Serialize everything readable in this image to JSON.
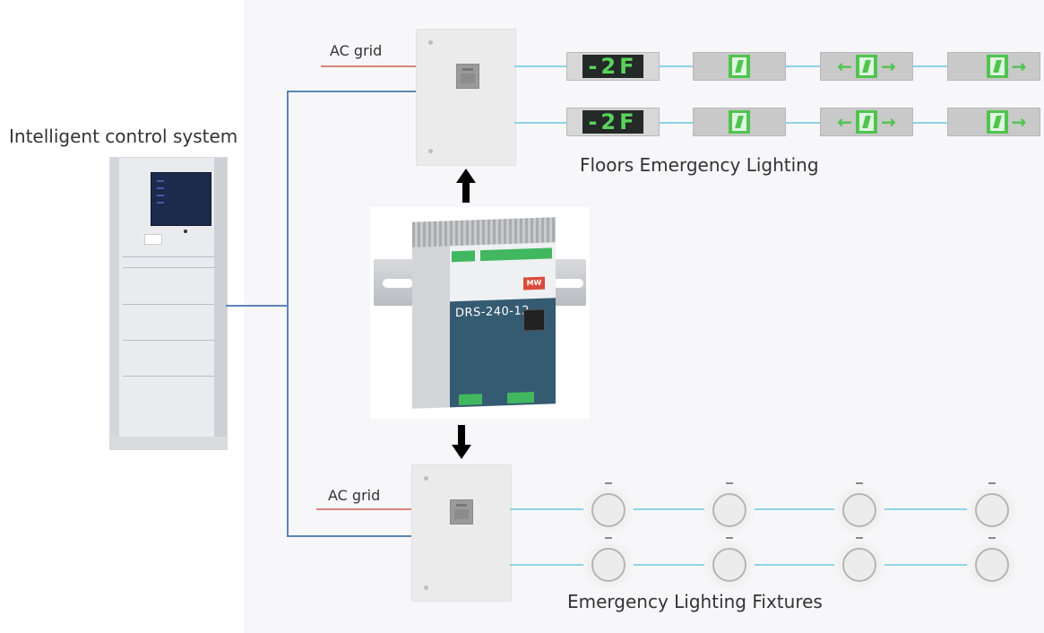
{
  "diagram": {
    "control_system": {
      "label": "Intelligent control system",
      "icon": "control-cabinet"
    },
    "power_supply": {
      "model_label": "DRS-240-12",
      "brand_badge": "MW",
      "icon": "din-rail-power-supply"
    },
    "top_branch": {
      "ac_label": "AC grid",
      "caption": "Floors Emergency Lighting",
      "rows": [
        {
          "signs": [
            {
              "type": "floor-indicator",
              "text": "-2F"
            },
            {
              "type": "exit-sign"
            },
            {
              "type": "exit-sign-bidirectional",
              "left_arrow": "←",
              "right_arrow": "→"
            },
            {
              "type": "exit-sign-right",
              "right_arrow": "→"
            }
          ]
        },
        {
          "signs": [
            {
              "type": "floor-indicator",
              "text": "-2F"
            },
            {
              "type": "exit-sign"
            },
            {
              "type": "exit-sign-bidirectional",
              "left_arrow": "←",
              "right_arrow": "→"
            },
            {
              "type": "exit-sign-right",
              "right_arrow": "→"
            }
          ]
        }
      ]
    },
    "bottom_branch": {
      "ac_label": "AC grid",
      "caption": "Emergency Lighting Fixtures",
      "rows": [
        {
          "fixtures": 4
        },
        {
          "fixtures": 4
        }
      ]
    },
    "colors": {
      "control_line": "#5b86b6",
      "output_line": "#8fd2e6",
      "ac_line": "#d9847c",
      "sign_green": "#4fc44f",
      "psu_blue": "#355b72",
      "background_panel": "#f7f7f9"
    }
  }
}
